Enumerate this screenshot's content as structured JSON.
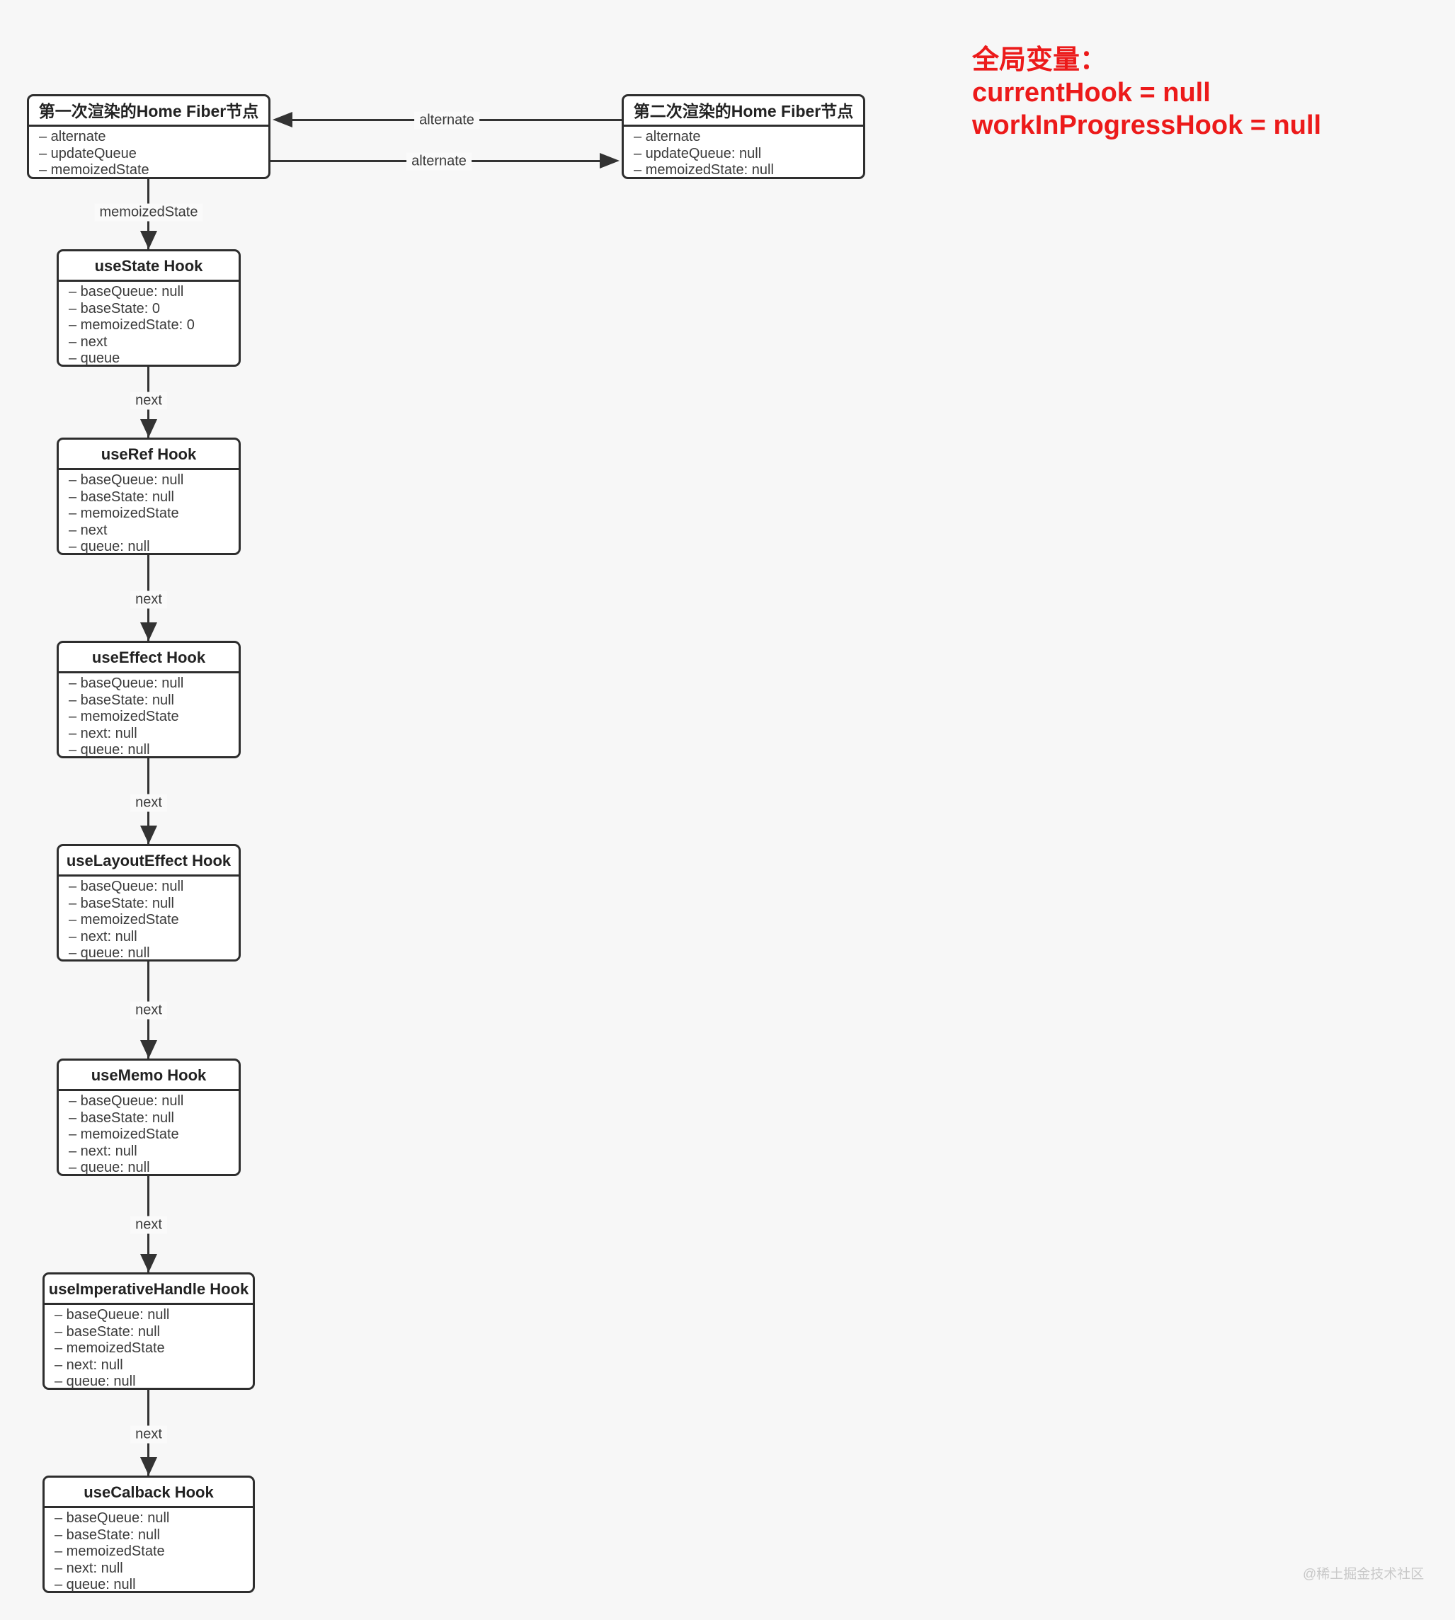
{
  "page": {
    "background": "#f7f7f7",
    "line_color": "#333333",
    "accent_red": "#ec1a1a"
  },
  "globals": {
    "heading": "全局变量：",
    "line1": "currentHook = null",
    "line2": "workInProgressHook = null"
  },
  "fiber_nodes": {
    "first": {
      "title": "第一次渲染的Home Fiber节点",
      "fields": [
        "– alternate",
        "– updateQueue",
        "– memoizedState"
      ]
    },
    "second": {
      "title": "第二次渲染的Home Fiber节点",
      "fields": [
        "– alternate",
        "– updateQueue: null",
        "– memoizedState: null"
      ]
    }
  },
  "edges": {
    "alternate_top": "alternate",
    "alternate_bottom": "alternate",
    "memoized_state": "memoizedState",
    "next": "next"
  },
  "hooks": [
    {
      "title": "useState Hook",
      "fields": [
        "– baseQueue: null",
        "– baseState: 0",
        "– memoizedState: 0",
        "– next",
        "– queue"
      ]
    },
    {
      "title": "useRef Hook",
      "fields": [
        "– baseQueue: null",
        "– baseState: null",
        "– memoizedState",
        "– next",
        "– queue: null"
      ]
    },
    {
      "title": "useEffect Hook",
      "fields": [
        "– baseQueue: null",
        "– baseState: null",
        "– memoizedState",
        "– next: null",
        "– queue: null"
      ]
    },
    {
      "title": "useLayoutEffect Hook",
      "fields": [
        "– baseQueue: null",
        "– baseState: null",
        "– memoizedState",
        "– next: null",
        "– queue: null"
      ]
    },
    {
      "title": "useMemo Hook",
      "fields": [
        "– baseQueue: null",
        "– baseState: null",
        "– memoizedState",
        "– next: null",
        "– queue: null"
      ]
    },
    {
      "title": "useImperativeHandle Hook",
      "fields": [
        "– baseQueue: null",
        "– baseState: null",
        "– memoizedState",
        "– next: null",
        "– queue: null"
      ]
    },
    {
      "title": "useCalback Hook",
      "fields": [
        "– baseQueue: null",
        "– baseState: null",
        "– memoizedState",
        "– next: null",
        "– queue: null"
      ]
    }
  ],
  "watermark": "@稀土掘金技术社区"
}
